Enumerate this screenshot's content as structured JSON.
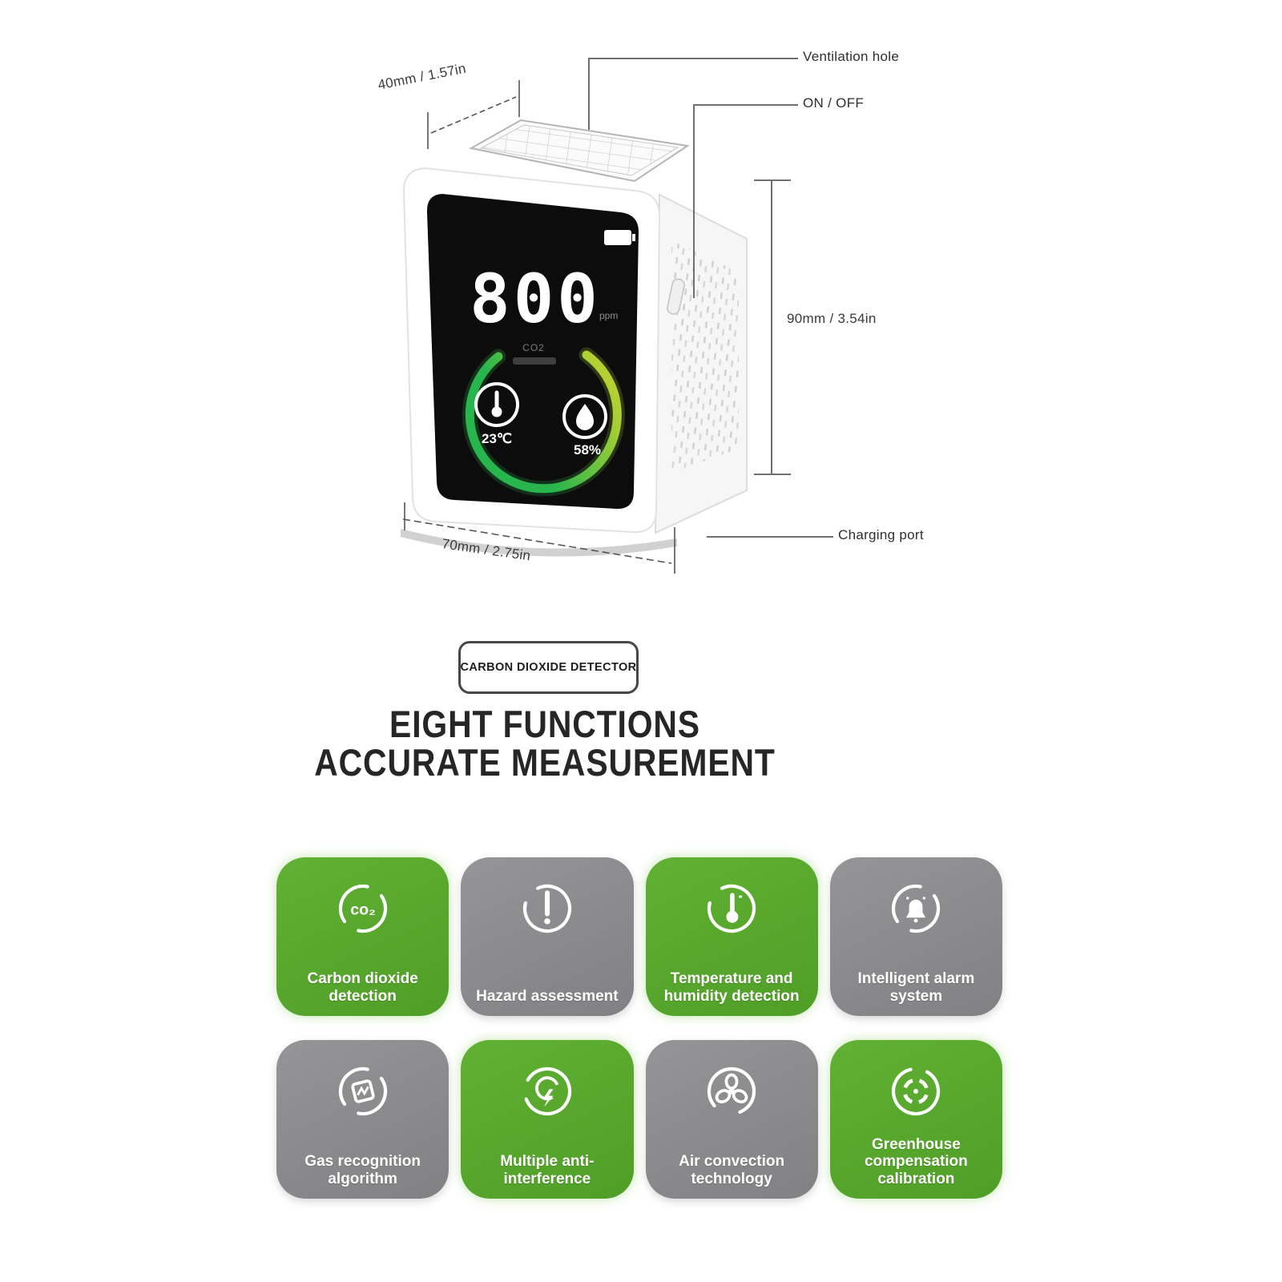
{
  "device": {
    "screen": {
      "value": "800",
      "unit": "ppm",
      "co2_label": "CO2",
      "temperature": "23℃",
      "humidity": "58%"
    },
    "callouts": {
      "ventilation": "Ventilation hole",
      "power": "ON / OFF",
      "charging": "Charging port"
    },
    "dimensions": {
      "width_top": "40mm / 1.57in",
      "height": "90mm / 3.54in",
      "width_bottom": "70mm / 2.75in"
    }
  },
  "badge": "CARBON DIOXIDE DETECTOR",
  "heading": {
    "line1": "EIGHT FUNCTIONS",
    "line2": "ACCURATE MEASUREMENT"
  },
  "features": [
    {
      "label": "Carbon dioxide detection",
      "color": "green",
      "icon": "co2-icon"
    },
    {
      "label": "Hazard assessment",
      "color": "gray",
      "icon": "hazard-icon"
    },
    {
      "label": "Temperature and humidity detection",
      "color": "green",
      "icon": "thermometer-icon"
    },
    {
      "label": "Intelligent alarm system",
      "color": "gray",
      "icon": "alarm-bell-icon"
    },
    {
      "label": "Gas recognition algorithm",
      "color": "gray",
      "icon": "gas-recognition-icon"
    },
    {
      "label": "Multiple anti-interference",
      "color": "green",
      "icon": "anti-interference-icon"
    },
    {
      "label": "Air convection technology",
      "color": "gray",
      "icon": "fan-icon"
    },
    {
      "label": "Greenhouse compensation calibration",
      "color": "green",
      "icon": "calibration-icon"
    }
  ],
  "colors": {
    "green": "#55a82c",
    "gray": "#8c8c8c",
    "gauge_green": "#29b54d",
    "gauge_yellow": "#f6d51f"
  }
}
